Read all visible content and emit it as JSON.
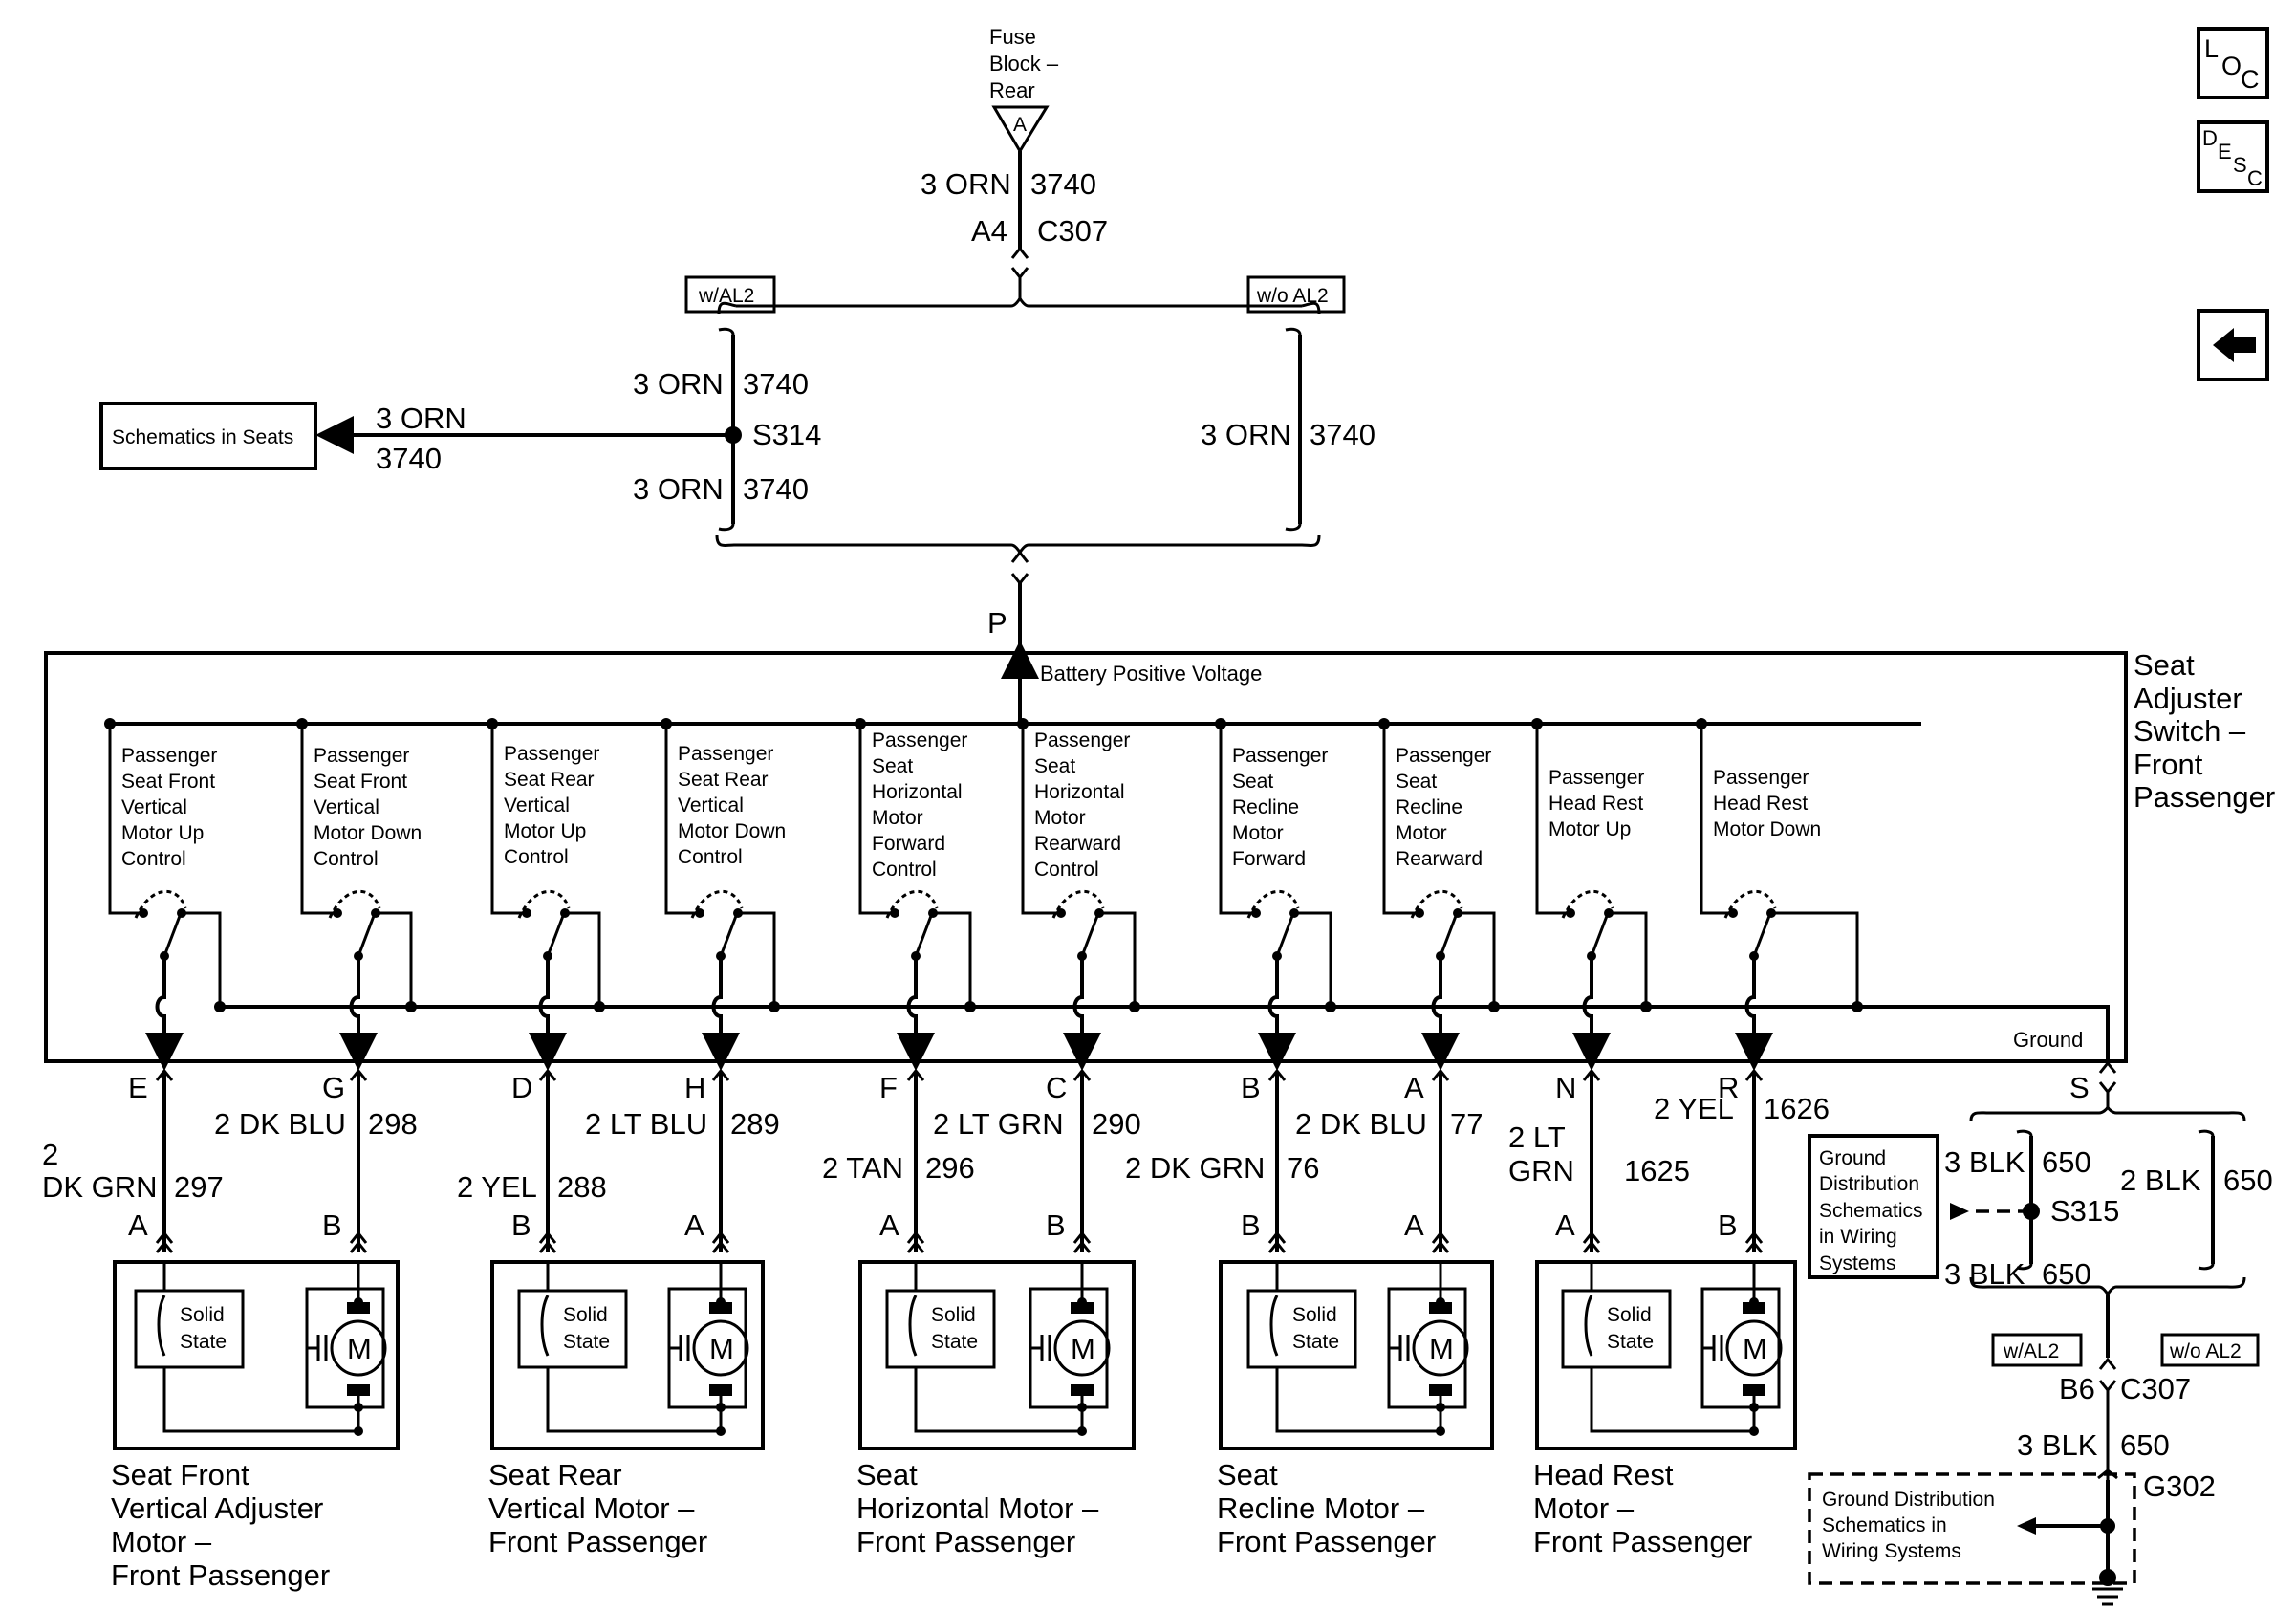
{
  "navigation": {
    "loc_label": "LOC",
    "desc_label": "DESC",
    "back_arrow": "back-arrow-icon"
  },
  "fuse": {
    "line1": "Fuse",
    "line2": "Block –",
    "line3": "Rear",
    "terminal": "A",
    "wire_gauge_color": "3 ORN",
    "circuit": "3740",
    "pin": "A4",
    "connector": "C307"
  },
  "options": {
    "with_al2": "w/AL2",
    "without_al2": "w/o AL2"
  },
  "splice_s314": {
    "upper_wire": "3 ORN",
    "upper_circuit": "3740",
    "name": "S314",
    "lower_wire": "3 ORN",
    "lower_circuit": "3740",
    "branch_wire": "3 ORN",
    "branch_circuit": "3740",
    "ref_label": "Schematics in Seats",
    "right_wire": "3 ORN",
    "right_circuit": "3740"
  },
  "switch_module": {
    "feed_pin": "P",
    "battery_label": "Battery Positive Voltage",
    "title_l1": "Seat",
    "title_l2": "Adjuster",
    "title_l3": "Switch –",
    "title_l4": "Front",
    "title_l5": "Passenger",
    "ground_label": "Ground",
    "ground_pin": "S",
    "switches": [
      {
        "lines": [
          "Passenger",
          "Seat Front",
          "Vertical",
          "Motor Up",
          "Control"
        ]
      },
      {
        "lines": [
          "Passenger",
          "Seat Front",
          "Vertical",
          "Motor Down",
          "Control"
        ]
      },
      {
        "lines": [
          "Passenger",
          "Seat Rear",
          "Vertical",
          "Motor Up",
          "Control"
        ]
      },
      {
        "lines": [
          "Passenger",
          "Seat Rear",
          "Vertical",
          "Motor Down",
          "Control"
        ]
      },
      {
        "lines": [
          "Passenger",
          "Seat",
          "Horizontal",
          "Motor",
          "Forward",
          "Control"
        ]
      },
      {
        "lines": [
          "Passenger",
          "Seat",
          "Horizontal",
          "Motor",
          "Rearward",
          "Control"
        ]
      },
      {
        "lines": [
          "Passenger",
          "Seat",
          "Recline",
          "Motor",
          "Forward"
        ]
      },
      {
        "lines": [
          "Passenger",
          "Seat",
          "Recline",
          "Motor",
          "Rearward"
        ]
      },
      {
        "lines": [
          "Passenger",
          "Head Rest",
          "Motor Up"
        ]
      },
      {
        "lines": [
          "Passenger",
          "Head Rest",
          "Motor Down"
        ]
      }
    ]
  },
  "circuits": [
    {
      "pin": "E",
      "wire": "2",
      "wire2": "DK GRN",
      "circuit": "297",
      "motor_pin": "A"
    },
    {
      "pin": "G",
      "wire": "2 DK BLU",
      "circuit": "298",
      "motor_pin": "B"
    },
    {
      "pin": "D",
      "wire": "2 YEL",
      "circuit": "288",
      "motor_pin": "B"
    },
    {
      "pin": "H",
      "wire": "2 LT BLU",
      "circuit": "289",
      "motor_pin": "A"
    },
    {
      "pin": "F",
      "wire": "2 TAN",
      "circuit": "296",
      "motor_pin": "A"
    },
    {
      "pin": "C",
      "wire": "2 LT GRN",
      "circuit": "290",
      "motor_pin": "B"
    },
    {
      "pin": "B",
      "wire": "2 DK GRN",
      "circuit": "76",
      "motor_pin": "B"
    },
    {
      "pin": "A",
      "wire": "2 DK BLU",
      "circuit": "77",
      "motor_pin": "A"
    },
    {
      "pin": "N",
      "wire": "2 LT",
      "wire2": "GRN",
      "circuit": "1625",
      "motor_pin": "A"
    },
    {
      "pin": "R",
      "wire": "2 YEL",
      "circuit": "1626",
      "motor_pin": "B"
    }
  ],
  "motors": [
    {
      "solid_state_l1": "Solid",
      "solid_state_l2": "State",
      "motor_symbol": "M",
      "title": [
        "Seat Front",
        "Vertical Adjuster",
        "Motor –",
        "Front Passenger"
      ]
    },
    {
      "solid_state_l1": "Solid",
      "solid_state_l2": "State",
      "motor_symbol": "M",
      "title": [
        "Seat Rear",
        "Vertical Motor –",
        "Front Passenger"
      ]
    },
    {
      "solid_state_l1": "Solid",
      "solid_state_l2": "State",
      "motor_symbol": "M",
      "title": [
        "Seat",
        "Horizontal Motor –",
        "Front Passenger"
      ]
    },
    {
      "solid_state_l1": "Solid",
      "solid_state_l2": "State",
      "motor_symbol": "M",
      "title": [
        "Seat",
        "Recline Motor –",
        "Front Passenger"
      ]
    },
    {
      "solid_state_l1": "Solid",
      "solid_state_l2": "State",
      "motor_symbol": "M",
      "title": [
        "Head Rest",
        "Motor –",
        "Front Passenger"
      ]
    }
  ],
  "ground": {
    "ref_l1": "Ground",
    "ref_l2": "Distribution",
    "ref_l3": "Schematics",
    "ref_l4": "in Wiring",
    "ref_l5": "Systems",
    "upper_wire": "3 BLK",
    "upper_circuit": "650",
    "splice": "S315",
    "lower_wire": "3 BLK",
    "lower_circuit": "650",
    "right_wire": "2 BLK",
    "right_circuit": "650",
    "with_al2": "w/AL2",
    "without_al2": "w/o AL2",
    "pin": "B6",
    "connector": "C307",
    "final_wire": "3 BLK",
    "final_circuit": "650",
    "ground_point": "G302",
    "dist_l1": "Ground Distribution",
    "dist_l2": "Schematics in",
    "dist_l3": "Wiring Systems"
  }
}
